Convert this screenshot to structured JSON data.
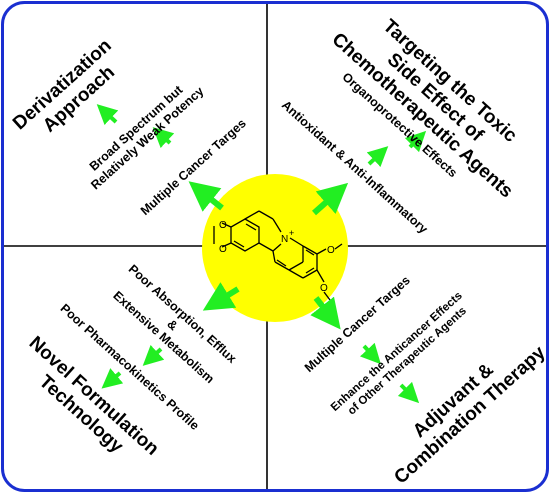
{
  "colors": {
    "border": "#1a2fd1",
    "circle": "#ffff00",
    "arrow": "#22ee22",
    "divider": "#000000"
  },
  "top_left": {
    "title_line1": "Derivatization",
    "title_line2": "Approach",
    "effect_line1": "Broad Spectrum but",
    "effect_line2": "Relatively Weak Potency",
    "cause": "Multiple Cancer Targes"
  },
  "top_right": {
    "title_line1": "Targeting the Toxic",
    "title_line2": "Side Effect of",
    "title_line3": "Chemotherapeutic Agents",
    "effect": "Organoprotective Effects",
    "cause": "Antioxidant & Anti-Inflammatory"
  },
  "bottom_left": {
    "title_line1": "Novel Formulation",
    "title_line2": "Technology",
    "cause_line1": "Poor Absorption, Efflux",
    "cause_line2": "&",
    "cause_line3": "Extensive Metabolism",
    "effect": "Poor Pharmacokinetics Profile"
  },
  "bottom_right": {
    "title_line1": "Adjuvant &",
    "title_line2": "Combination Therapy",
    "cause": "Multiple Cancer Targes",
    "effect_line1": "Enhance the Anticancer Effects",
    "effect_line2": "of Other Therapeutic Agents"
  },
  "molecule": {
    "charge": "+",
    "atom_n": "N",
    "atom_o": "O"
  }
}
